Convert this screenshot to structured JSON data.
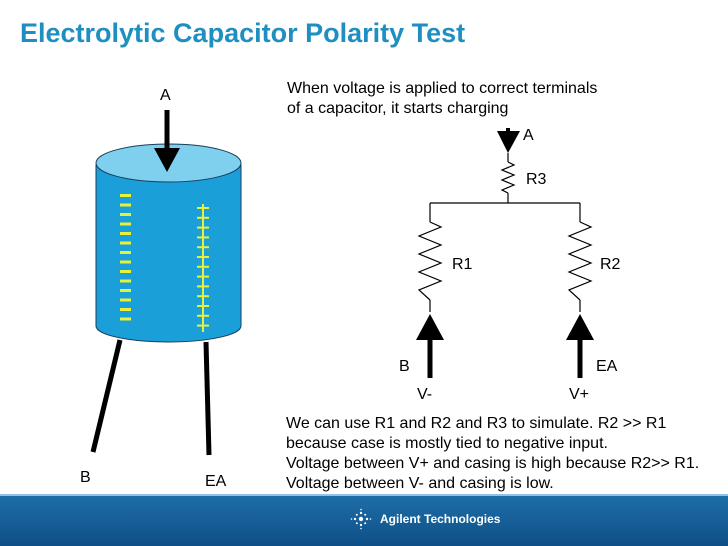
{
  "slide": {
    "title": "Electrolytic Capacitor Polarity Test",
    "intro_lines": [
      "When voltage is applied to correct terminals",
      "of a capacitor, it starts charging"
    ],
    "bottom_lines": [
      "We can use R1 and R2 and R3 to simulate. R2 >> R1",
      "because case is mostly tied to negative input.",
      "Voltage between V+ and casing is high because R2>> R1.",
      "Voltage between V- and casing is low."
    ]
  },
  "capacitor": {
    "label_a": "A",
    "label_b": "B",
    "label_ea": "EA",
    "body_color": "#1b9fd8",
    "top_color": "#7fd0ee",
    "mark_color": "#e6f23a",
    "minus_marks": 14,
    "plus_marks": 13
  },
  "circuit": {
    "node_a": "A",
    "r3": "R3",
    "r1": "R1",
    "r2": "R2",
    "label_b": "B",
    "label_ea": "EA",
    "v_minus": "V-",
    "v_plus": "V+"
  },
  "footer": {
    "brand": "Agilent Technologies",
    "color": "#1a63a0"
  }
}
